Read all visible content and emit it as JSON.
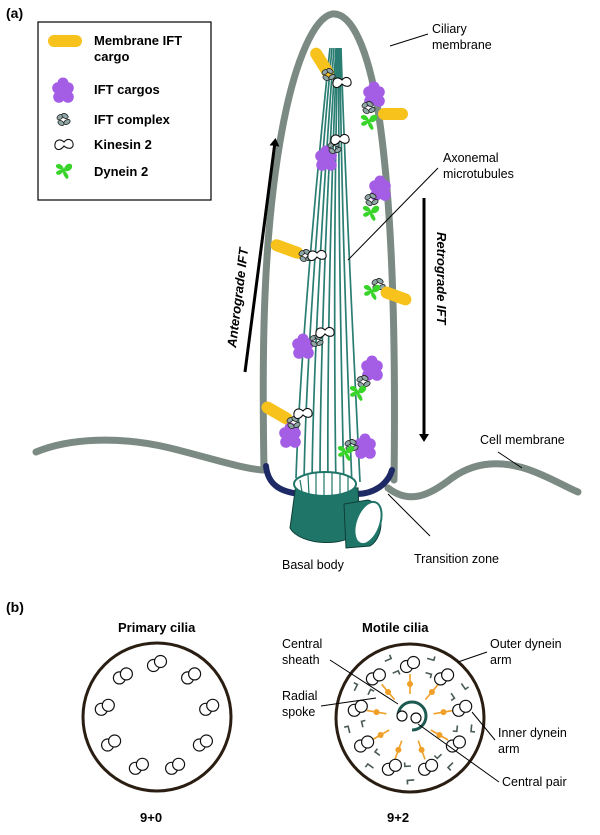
{
  "panels": {
    "a": "(a)",
    "b": "(b)"
  },
  "legend": {
    "membrane_cargo_line1": "Membrane IFT",
    "membrane_cargo_line2": "cargo",
    "ift_cargos": "IFT cargos",
    "ift_complex": "IFT complex",
    "kinesin": "Kinesin 2",
    "dynein": "Dynein 2"
  },
  "labels": {
    "ciliary_membrane_1": "Ciliary",
    "ciliary_membrane_2": "membrane",
    "axonemal_1": "Axonemal",
    "axonemal_2": "microtubules",
    "anterograde": "Anterograde IFT",
    "retrograde": "Retrograde IFT",
    "cell_membrane": "Cell membrane",
    "basal_body": "Basal body",
    "transition_zone": "Transition zone"
  },
  "cross_sections": {
    "primary_title": "Primary cilia",
    "motile_title": "Motile cilia",
    "primary_caption": "9+0",
    "motile_caption": "9+2",
    "central_sheath_1": "Central",
    "central_sheath_2": "sheath",
    "radial_spoke_1": "Radial",
    "radial_spoke_2": "spoke",
    "outer_dynein_1": "Outer dynein",
    "outer_dynein_2": "arm",
    "inner_dynein_1": "Inner dynein",
    "inner_dynein_2": "arm",
    "central_pair": "Central pair"
  },
  "colors": {
    "membrane_grey": "#7c8a84",
    "microtubule_teal": "#2a7d72",
    "basal_teal": "#1f7568",
    "transition_navy": "#1d2a66",
    "cargo_yellow": "#f7c21c",
    "cargo_purple": "#a45ee6",
    "dynein_green": "#38d42a",
    "spoke_orange": "#f0a028"
  }
}
